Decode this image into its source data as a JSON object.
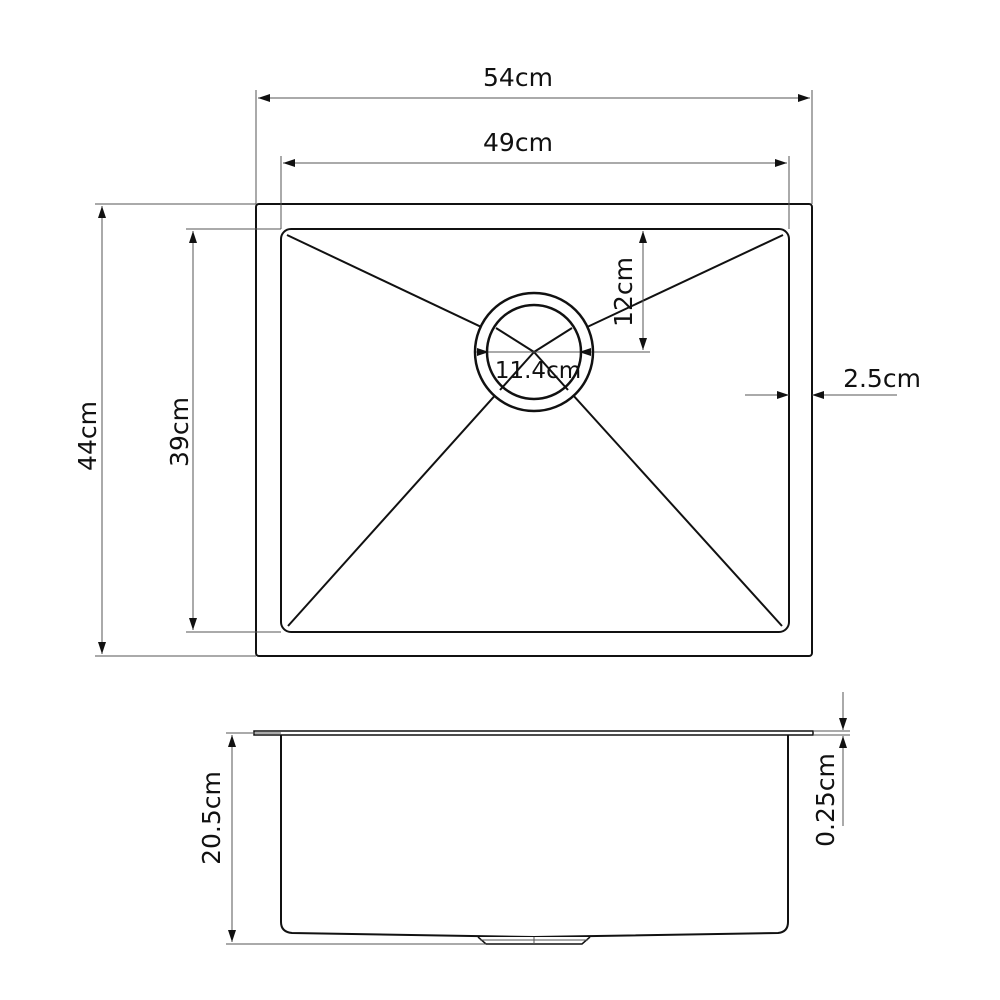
{
  "top_view": {
    "overall_width": "54cm",
    "bowl_width": "49cm",
    "overall_depth": "44cm",
    "bowl_depth": "39cm",
    "drain_offset": "12cm",
    "drain_diameter": "11.4cm",
    "rim_width": "2.5cm"
  },
  "side_view": {
    "bowl_height": "20.5cm",
    "rim_thickness": "0.25cm"
  },
  "colors": {
    "line": "#111111",
    "background": "#ffffff"
  }
}
